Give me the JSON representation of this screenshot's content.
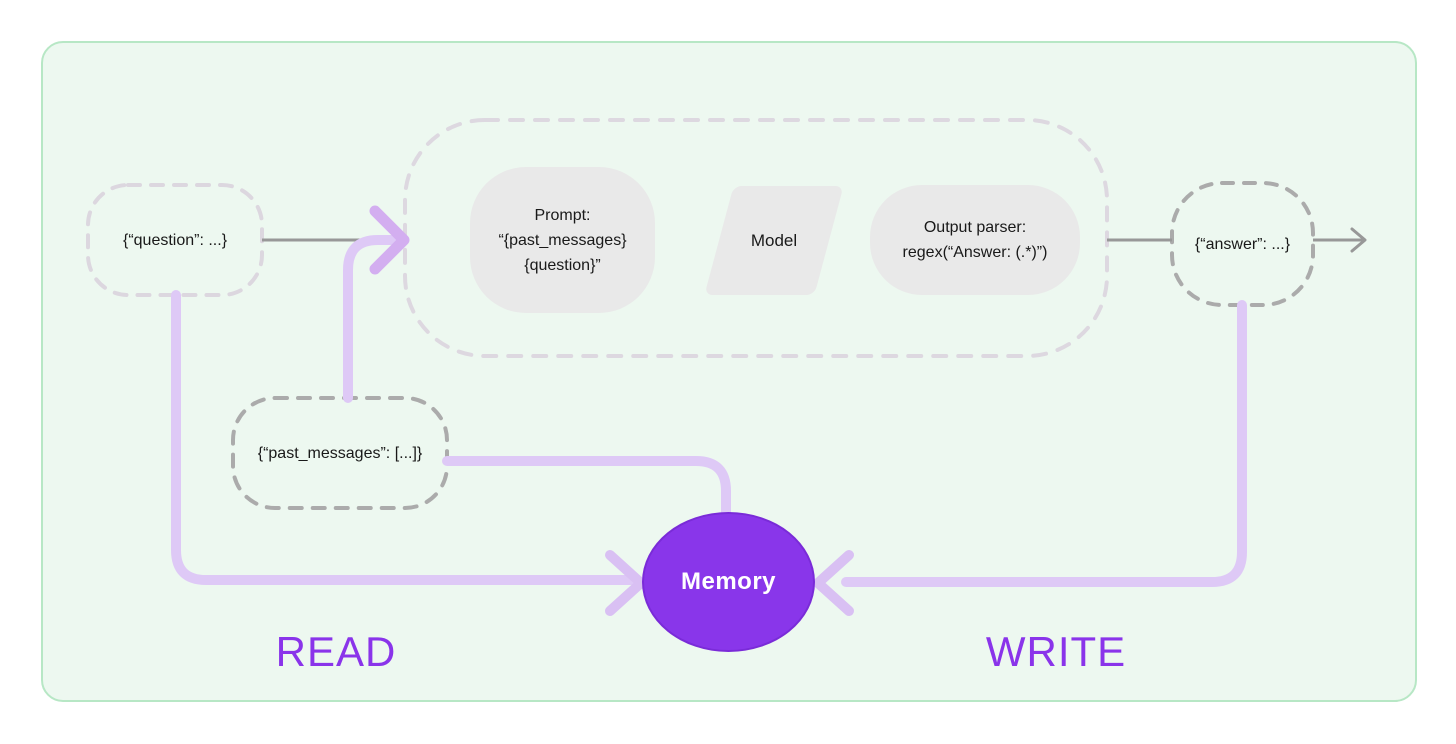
{
  "nodes": {
    "question": {
      "label": "{“question”: ...}"
    },
    "past_messages": {
      "label": "{“past_messages”: [...]}"
    },
    "answer": {
      "label": "{“answer”: ...}"
    },
    "prompt": {
      "lines": [
        "Prompt:",
        "“{past_messages}",
        "{question}”"
      ]
    },
    "model": {
      "label": "Model"
    },
    "output_parser": {
      "lines": [
        "Output parser:",
        "regex(“Answer: (.*)”)"
      ]
    },
    "memory": {
      "label": "Memory"
    }
  },
  "flow_labels": {
    "read": "READ",
    "write": "WRITE"
  },
  "colors": {
    "panel_fill": "#EDF8F0",
    "panel_border": "#B7E7C5",
    "node_fill_gray": "#E9E9E9",
    "dashed_light_lavender": "#DDD8E0",
    "dashed_dark_gray": "#ABABAB",
    "connector_gray": "#989898",
    "connector_light_purple": "#DEC9F6",
    "arrowhead_purple": "#D3AEF0",
    "memory_fill": "#8936EA",
    "memory_border": "#7A2BD8",
    "accent_purple_text": "#8A34EA",
    "label_text": "#191919"
  }
}
